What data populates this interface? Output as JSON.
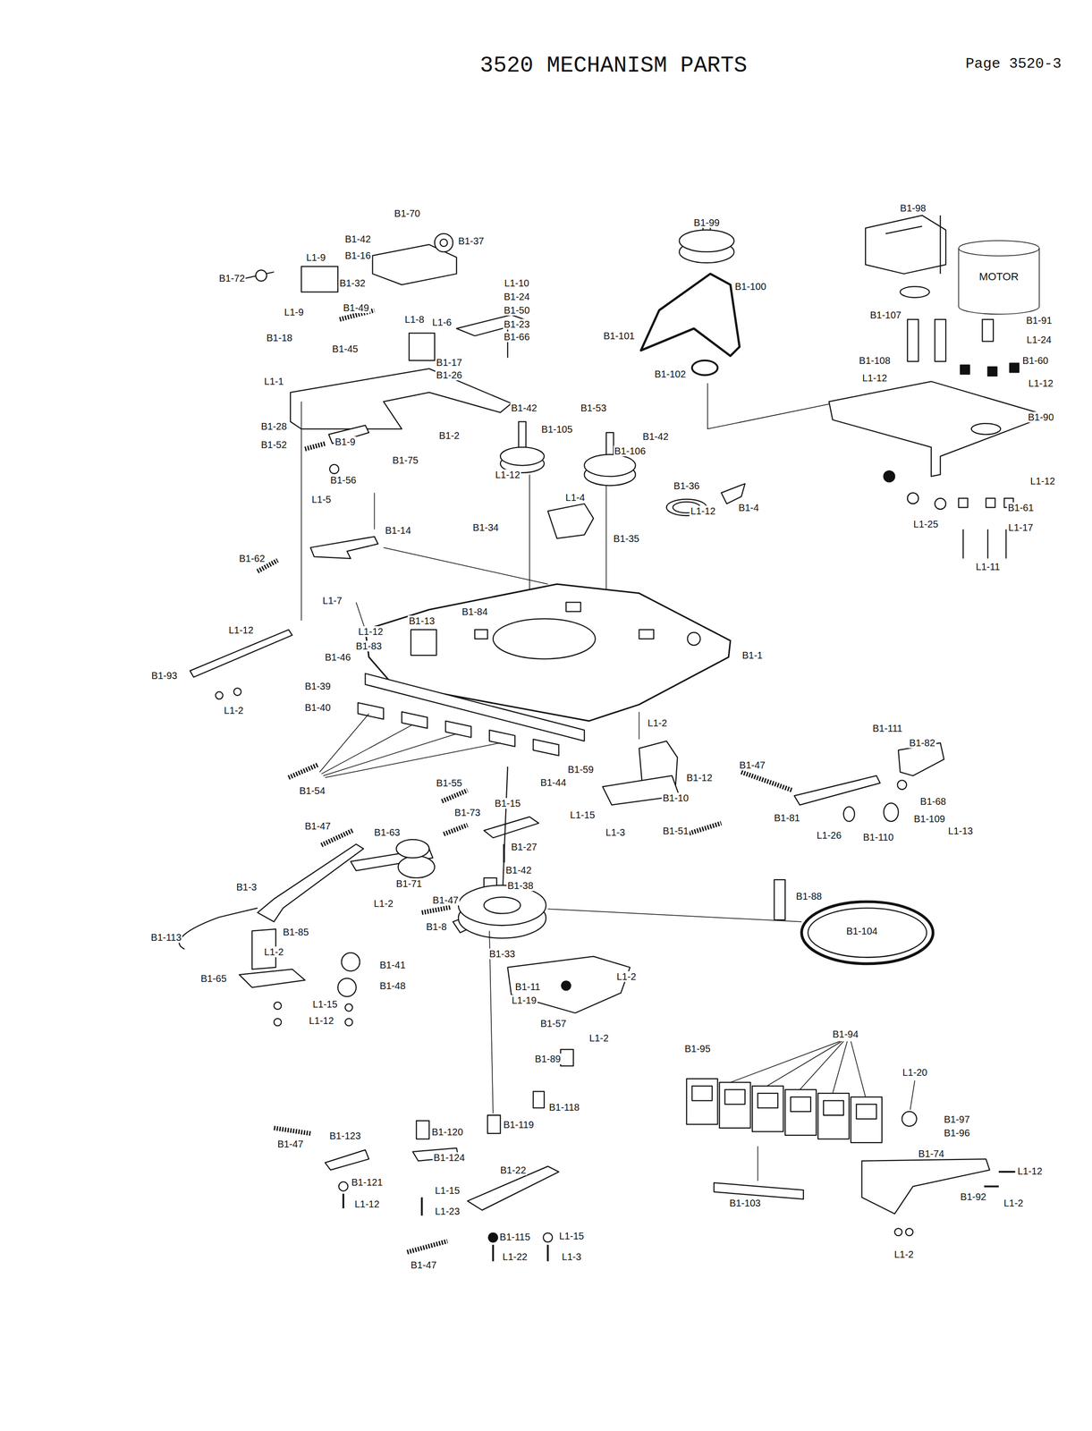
{
  "diagram": {
    "title": "3520 MECHANISM PARTS",
    "nodes": [
      {
        "text": [
          "MOTOR"
        ]
      }
    ],
    "labels": [
      "Page 3520-3",
      "B1-70",
      "B1-42",
      "B1-37",
      "B1-16",
      "L1-9",
      "B1-72",
      "B1-32",
      "L1-10",
      "B1-24",
      "B1-49",
      "B1-50",
      "L1-9",
      "L1-8",
      "L1-6",
      "B1-23",
      "B1-66",
      "B1-18",
      "B1-45",
      "B1-17",
      "B1-26",
      "L1-1",
      "B1-28",
      "B1-2",
      "B1-52",
      "B1-9",
      "B1-75",
      "B1-56",
      "L1-5",
      "B1-99",
      "B1-100",
      "B1-101",
      "B1-102",
      "B1-42",
      "B1-53",
      "B1-105",
      "B1-42",
      "B1-106",
      "L1-12",
      "B1-36",
      "L1-4",
      "L1-12",
      "B1-4",
      "B1-34",
      "B1-14",
      "B1-35",
      "B1-62",
      "B1-98",
      "B1-107",
      "B1-91",
      "L1-24",
      "B1-108",
      "B1-60",
      "L1-12",
      "L1-12",
      "B1-90",
      "L1-12",
      "B1-61",
      "L1-25",
      "L1-17",
      "L1-11",
      "L1-7",
      "B1-84",
      "B1-13",
      "L1-12",
      "L1-12",
      "B1-83",
      "B1-46",
      "B1-1",
      "B1-93",
      "B1-39",
      "B1-40",
      "L1-2",
      "L1-2",
      "B1-111",
      "B1-82",
      "B1-47",
      "B1-59",
      "B1-12",
      "B1-44",
      "B1-55",
      "B1-54",
      "B1-10",
      "B1-68",
      "B1-15",
      "B1-73",
      "L1-15",
      "B1-81",
      "B1-109",
      "B1-47",
      "B1-51",
      "L1-13",
      "L1-3",
      "B1-63",
      "L1-26",
      "B1-110",
      "B1-27",
      "B1-42",
      "B1-71",
      "B1-38",
      "B1-3",
      "B1-88",
      "B1-47",
      "L1-2",
      "B1-8",
      "B1-85",
      "B1-104",
      "B1-113",
      "L1-2",
      "B1-33",
      "B1-41",
      "L1-2",
      "B1-65",
      "B1-48",
      "B1-11",
      "L1-19",
      "L1-15",
      "L1-12",
      "B1-57",
      "L1-2",
      "B1-94",
      "B1-95",
      "B1-89",
      "L1-20",
      "B1-118",
      "B1-97",
      "B1-119",
      "B1-120",
      "B1-96",
      "B1-123",
      "B1-47",
      "B1-74",
      "B1-124",
      "B1-22",
      "L1-12",
      "B1-121",
      "L1-15",
      "B1-92",
      "B1-103",
      "L1-2",
      "L1-12",
      "L1-23",
      "L1-15",
      "B1-115",
      "L1-22",
      "L1-3",
      "L1-2",
      "B1-47"
    ]
  }
}
